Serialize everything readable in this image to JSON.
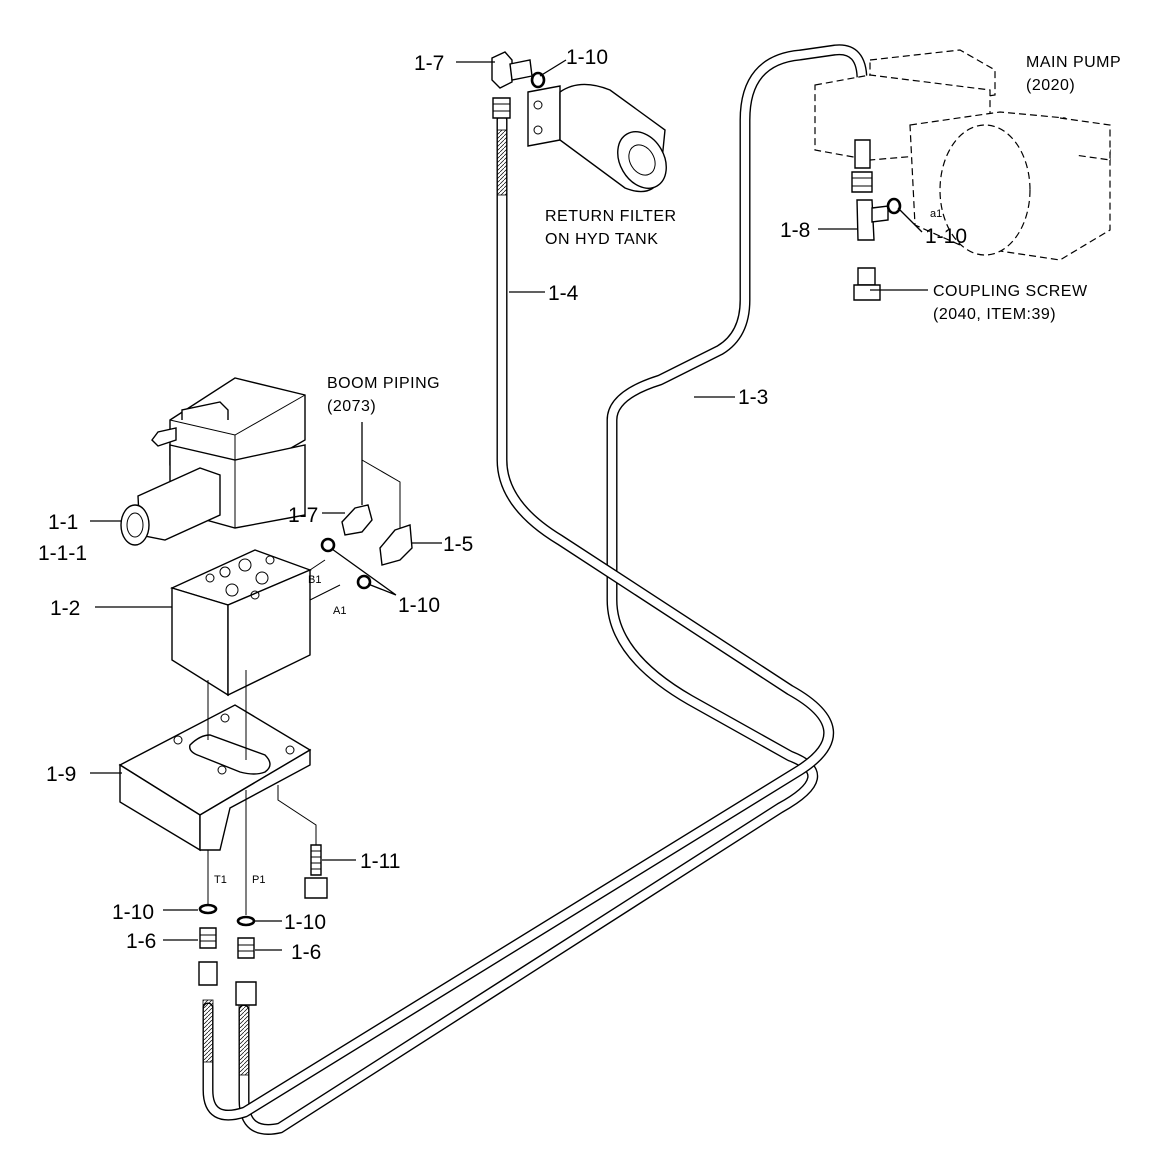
{
  "labels": {
    "l_1_1": "1-1",
    "l_1_1_1": "1-1-1",
    "l_1_2": "1-2",
    "l_1_3": "1-3",
    "l_1_4": "1-4",
    "l_1_5": "1-5",
    "l_1_6_a": "1-6",
    "l_1_6_b": "1-6",
    "l_1_7_top": "1-7",
    "l_1_7_mid": "1-7",
    "l_1_8": "1-8",
    "l_1_9": "1-9",
    "l_1_10_top": "1-10",
    "l_1_10_pump": "1-10",
    "l_1_10_mid": "1-10",
    "l_1_10_t1": "1-10",
    "l_1_10_p1": "1-10",
    "l_1_11": "1-11"
  },
  "notes": {
    "main_pump_1": "MAIN PUMP",
    "main_pump_2": "(2020)",
    "return_filter_1": "RETURN FILTER",
    "return_filter_2": "ON HYD TANK",
    "coupling_1": "COUPLING SCREW",
    "coupling_2": "(2040, ITEM:39)",
    "boom_1": "BOOM PIPING",
    "boom_2": "(2073)"
  },
  "ports": {
    "b1": "B1",
    "a1": "A1",
    "t1": "T1",
    "p1": "P1",
    "a1_pump": "a1"
  }
}
